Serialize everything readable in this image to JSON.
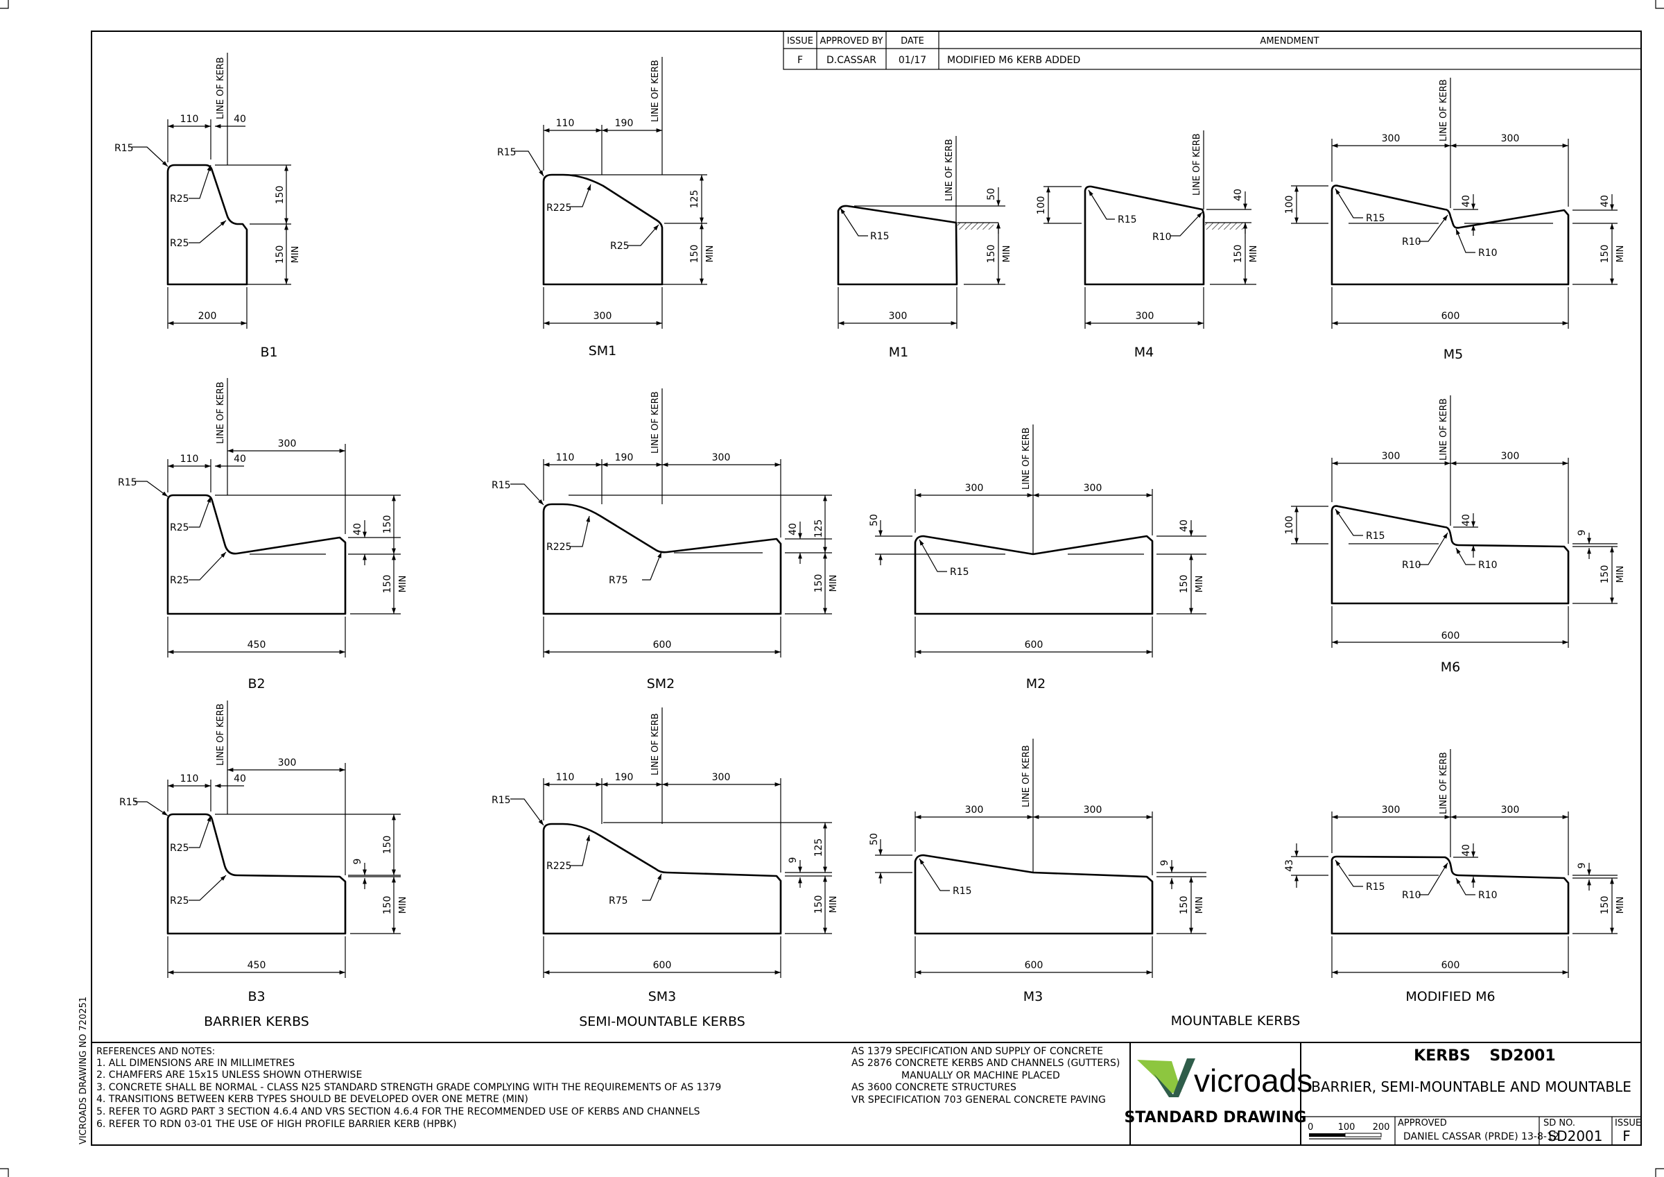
{
  "revision_table": {
    "headers": [
      "ISSUE",
      "APPROVED BY",
      "DATE",
      "AMENDMENT"
    ],
    "row": [
      "F",
      "D.CASSAR",
      "01/17",
      "MODIFIED M6 KERB ADDED"
    ]
  },
  "common_labels": {
    "line_of_kerb": "LINE OF KERB",
    "min": "MIN"
  },
  "kerbs": {
    "B1": {
      "name": "B1",
      "top_left": "110",
      "top_right": "40",
      "radius_top": "R15",
      "radius_upper": "R25",
      "radius_lower": "R25",
      "height": "150",
      "base": "150",
      "width": "200"
    },
    "SM1": {
      "name": "SM1",
      "top_left": "110",
      "top_mid": "190",
      "radius_top": "R15",
      "radius_upper": "R225",
      "radius_lower": "R25",
      "height": "125",
      "base": "150",
      "width": "300"
    },
    "M1": {
      "name": "M1",
      "radius": "R15",
      "rise": "50",
      "base": "150",
      "width": "300"
    },
    "M4": {
      "name": "M4",
      "radius_left": "R15",
      "radius_right": "R10",
      "front": "100",
      "rise": "40",
      "base": "150",
      "width": "300"
    },
    "M5": {
      "name": "M5",
      "left": "300",
      "right": "300",
      "front": "100",
      "radius_left": "R15",
      "radius_mid1": "R10",
      "radius_mid2": "R10",
      "drop": "40",
      "rise": "40",
      "base": "150",
      "width": "600"
    },
    "B2": {
      "name": "B2",
      "top_left": "110",
      "top_right": "40",
      "gutter": "300",
      "radius_top": "R15",
      "radius_upper": "R25",
      "radius_lower": "R25",
      "rise": "40",
      "height": "150",
      "base": "150",
      "width": "450"
    },
    "SM2": {
      "name": "SM2",
      "top_left": "110",
      "top_mid": "190",
      "gutter": "300",
      "radius_top": "R15",
      "radius_upper": "R225",
      "radius_lower": "R75",
      "rise": "40",
      "height": "125",
      "base": "150",
      "width": "600"
    },
    "M2": {
      "name": "M2",
      "left": "300",
      "right": "300",
      "front": "50",
      "rise": "40",
      "radius": "R15",
      "base": "150",
      "width": "600"
    },
    "M6": {
      "name": "M6",
      "left": "300",
      "right": "300",
      "front": "100",
      "radius_left": "R15",
      "radius_mid1": "R10",
      "radius_mid2": "R10",
      "drop": "40",
      "rise": "9",
      "base": "150",
      "width": "600"
    },
    "B3": {
      "name": "B3",
      "top_left": "110",
      "top_right": "40",
      "gutter": "300",
      "radius_top": "R15",
      "radius_upper": "R25",
      "radius_lower": "R25",
      "rise": "9",
      "height": "150",
      "base": "150",
      "width": "450"
    },
    "SM3": {
      "name": "SM3",
      "top_left": "110",
      "top_mid": "190",
      "gutter": "300",
      "radius_top": "R15",
      "radius_upper": "R225",
      "radius_lower": "R75",
      "rise": "9",
      "height": "125",
      "base": "150",
      "width": "600",
      "line_label": "LINE OF KERB"
    },
    "M3": {
      "name": "M3",
      "left": "300",
      "right": "300",
      "front": "50",
      "rise": "9",
      "radius": "R15",
      "base": "150",
      "width": "600"
    },
    "MOD_M6": {
      "name": "MODIFIED M6",
      "left": "300",
      "right": "300",
      "front": "43",
      "radius_left": "R15",
      "radius_mid1": "R10",
      "radius_mid2": "R10",
      "drop": "40",
      "rise": "9",
      "base": "150",
      "width": "600"
    }
  },
  "groups": {
    "barrier": "BARRIER KERBS",
    "semi": "SEMI-MOUNTABLE KERBS",
    "mountable": "MOUNTABLE KERBS"
  },
  "side_text": "VICROADS DRAWING NO 720251",
  "notes": {
    "heading": "REFERENCES AND NOTES:",
    "items": [
      "1. ALL DIMENSIONS ARE IN MILLIMETRES",
      "2. CHAMFERS ARE 15x15 UNLESS SHOWN OTHERWISE",
      "3. CONCRETE SHALL BE NORMAL - CLASS N25 STANDARD STRENGTH GRADE COMPLYING WITH THE REQUIREMENTS OF AS 1379",
      "4. TRANSITIONS BETWEEN KERB TYPES SHOULD BE DEVELOPED OVER ONE METRE (MIN)",
      "5. REFER TO AGRD PART 3 SECTION 4.6.4 AND VRS SECTION 4.6.4 FOR THE RECOMMENDED USE OF KERBS AND CHANNELS",
      "6. REFER TO RDN 03-01 THE USE OF HIGH PROFILE BARRIER KERB (HPBK)"
    ]
  },
  "references": [
    "AS 1379 SPECIFICATION AND SUPPLY OF CONCRETE",
    "AS 2876 CONCRETE KERBS AND CHANNELS (GUTTERS)",
    "MANUALLY OR MACHINE PLACED",
    "AS 3600 CONCRETE STRUCTURES",
    "VR SPECIFICATION 703 GENERAL CONCRETE PAVING"
  ],
  "logo": {
    "text": "vicroads",
    "caption": "STANDARD DRAWING",
    "green": "#8dc63f",
    "dark": "#2f5d4a"
  },
  "title_block": {
    "title_main": "KERBS",
    "sd_number": "SD2001",
    "subtitle": "BARRIER, SEMI-MOUNTABLE AND MOUNTABLE",
    "scale_labels": [
      "0",
      "100",
      "200"
    ],
    "approved_label": "APPROVED",
    "approved_value": "DANIEL CASSAR (PRDE) 13-8-12",
    "sd_label": "SD NO.",
    "sd_value": "SD2001",
    "issue_label": "ISSUE",
    "issue_value": "F"
  }
}
